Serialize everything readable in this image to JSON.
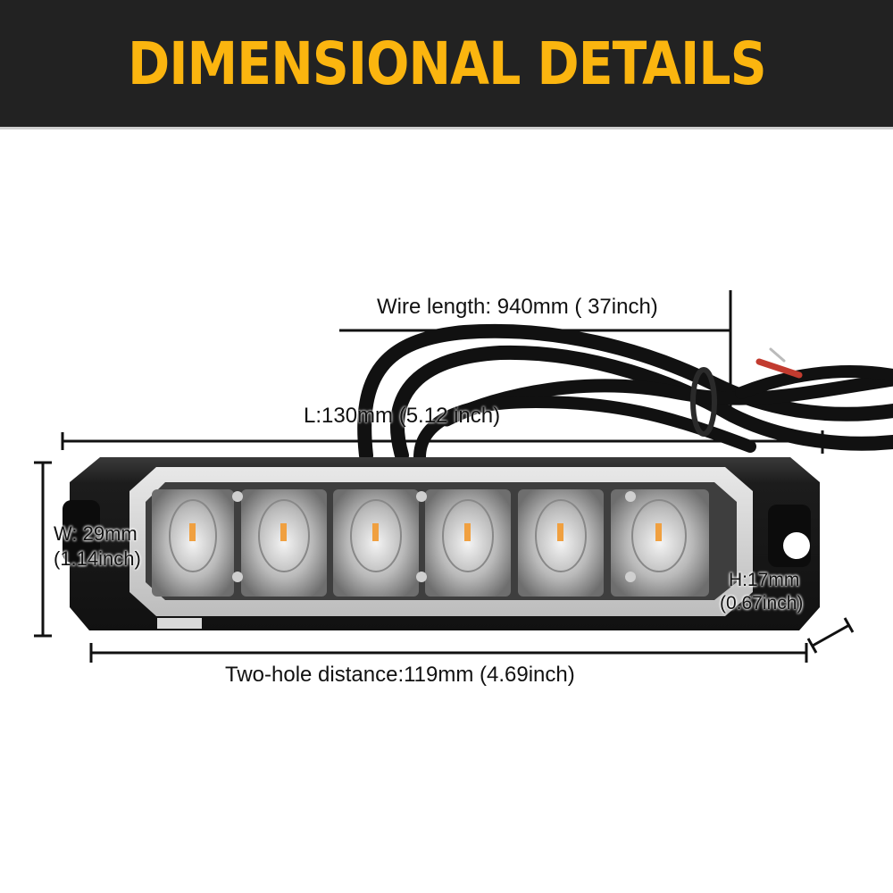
{
  "banner": {
    "title": "DIMENSIONAL DETAILS",
    "background_color": "#222222",
    "title_color": "#fbb50f"
  },
  "product": {
    "name": "LED light bar",
    "led_count": 6,
    "led_color": "#f0a040",
    "housing_color": "#1a1a1a"
  },
  "dimensions": {
    "wire_length": {
      "label": "Wire length: 940mm ( 37inch)"
    },
    "length": {
      "label": "L:130mm (5.12 inch)"
    },
    "width": {
      "line1": "W: 29mm",
      "line2": "(1.14inch)"
    },
    "height": {
      "line1": "H:17mm",
      "line2": "(0.67inch)"
    },
    "two_hole_distance": {
      "label": "Two-hole distance:119mm (4.69inch)"
    }
  }
}
